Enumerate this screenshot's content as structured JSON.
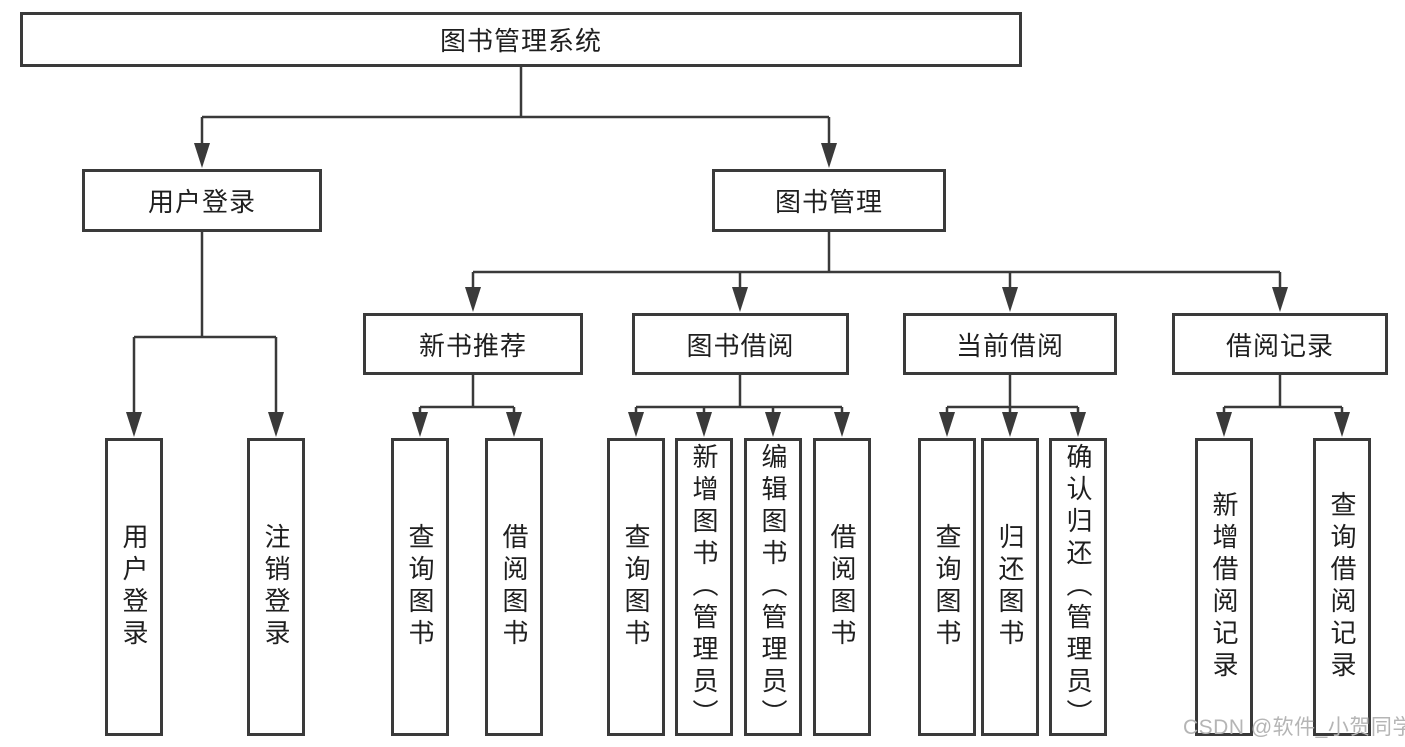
{
  "colors": {
    "line": "#3a3a3a",
    "box_border": "#3a3a3a",
    "box_background": "#ffffff",
    "text": "#1f1f1f",
    "watermark": "#b5b5b5",
    "page_background": "#ffffff"
  },
  "watermark": "CSDN @软件_小贺同学",
  "tree": {
    "root": "图书管理系统",
    "branches": [
      {
        "label": "用户登录",
        "children": [
          "用户登录",
          "注销登录"
        ]
      },
      {
        "label": "图书管理",
        "groups": [
          {
            "label": "新书推荐",
            "children": [
              "查询图书",
              "借阅图书"
            ]
          },
          {
            "label": "图书借阅",
            "children": [
              "查询图书",
              "新增图书（管理员）",
              "编辑图书（管理员）",
              "借阅图书"
            ]
          },
          {
            "label": "当前借阅",
            "children": [
              "查询图书",
              "归还图书",
              "确认归还（管理员）"
            ]
          },
          {
            "label": "借阅记录",
            "children": [
              "新增借阅记录",
              "查询借阅记录"
            ]
          }
        ]
      }
    ]
  }
}
